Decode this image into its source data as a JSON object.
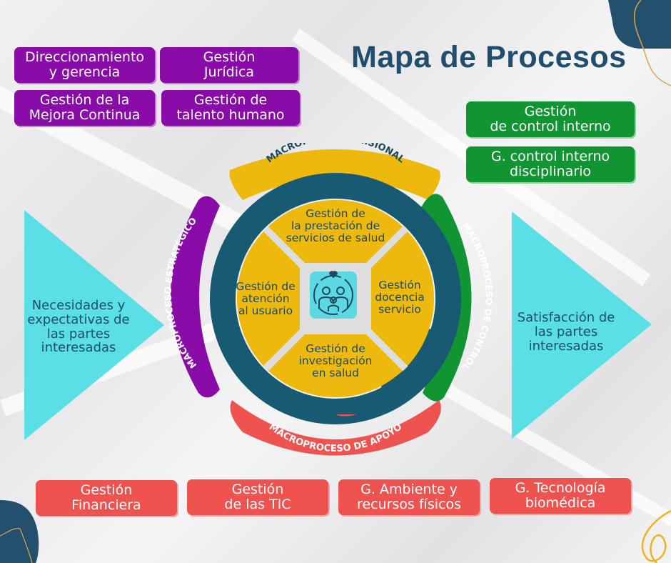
{
  "title": "Mapa de Procesos",
  "colors": {
    "title": "#1f4e6e",
    "strategic": "#8a0ca8",
    "missional": "#edb90c",
    "control": "#119432",
    "support": "#ef5350",
    "ring": "#185a72",
    "stakeholders": "#5adfe6",
    "center_icon_bg": "#5cd8e3"
  },
  "strategic_processes": [
    {
      "label": "Direccionamiento\ny gerencia"
    },
    {
      "label": "Gestión\nJurídica"
    },
    {
      "label": "Gestión de la\nMejora Continua"
    },
    {
      "label": "Gestión de\ntalento humano"
    }
  ],
  "control_processes": [
    {
      "label": "Gestión\nde control interno"
    },
    {
      "label": "G. control interno\ndisciplinario"
    }
  ],
  "support_processes": [
    {
      "label": "Gestión\nFinanciera"
    },
    {
      "label": "Gestión\nde las TIC"
    },
    {
      "label": "G. Ambiente y\nrecursos físicos"
    },
    {
      "label": "G. Tecnología\nbiomédica"
    }
  ],
  "input": {
    "label": "Necesidades y\nexpectativas de\nlas partes\ninteresadas"
  },
  "output": {
    "label": "Satisfacción de\nlas partes\ninteresadas"
  },
  "macroprocesses": {
    "missional": "MACROPROCESO MISIONAL",
    "strategic": "MACROPROCESO ESTRATÉGICO",
    "control": "MACROPROCESO DE CONTROL",
    "support": "MACROPROCESO DE APOYO"
  },
  "missional_processes": [
    {
      "label": "Gestión de\nla prestación de\nservicios de salud"
    },
    {
      "label": "Gestión de\natención\nal usuario"
    },
    {
      "label": "Gestión\ndocencia\nservicio"
    },
    {
      "label": "Gestión de\ninvestigación\nen salud"
    }
  ],
  "center_icon": "family-care-icon"
}
